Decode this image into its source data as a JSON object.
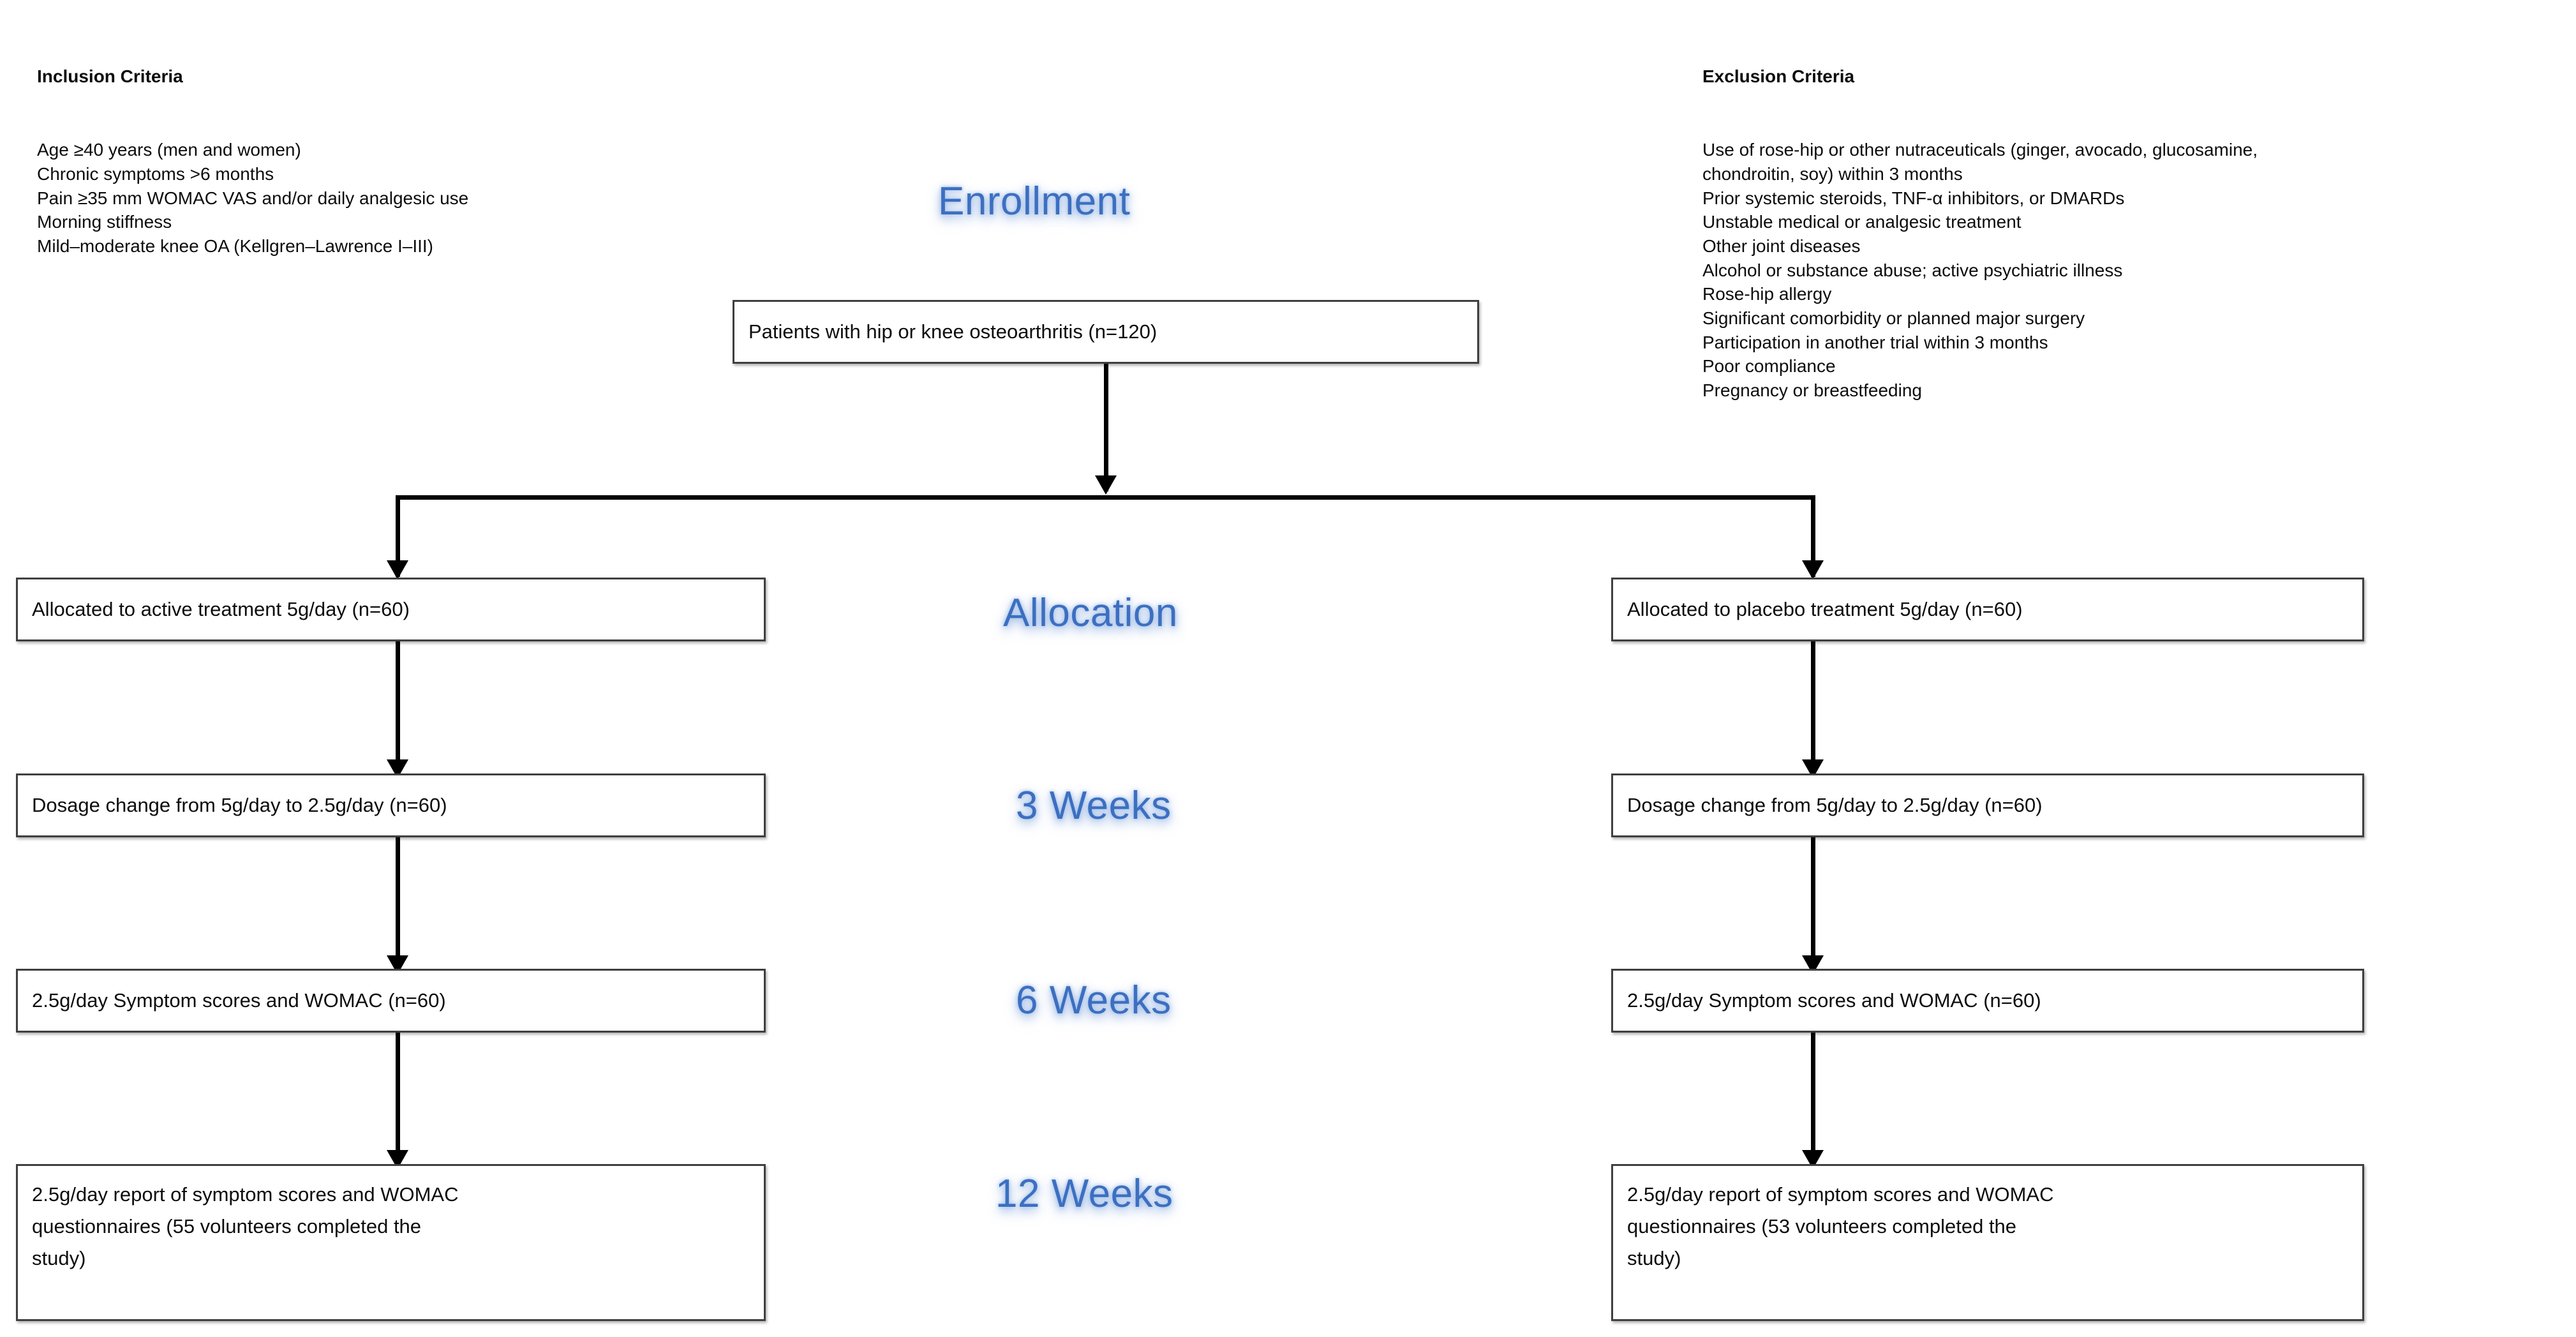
{
  "inclusion": {
    "title": "Inclusion Criteria",
    "items": [
      "Age ≥40 years (men and women)",
      "Chronic symptoms >6 months",
      "Pain ≥35 mm WOMAC VAS and/or daily analgesic use",
      "Morning stiffness",
      "Mild–moderate knee OA (Kellgren–Lawrence I–III)"
    ],
    "text": "Age ≥40 years (men and women)\nChronic symptoms >6 months\nPain ≥35 mm WOMAC VAS and/or daily analgesic use\nMorning stiffness\nMild–moderate knee OA (Kellgren–Lawrence I–III)"
  },
  "exclusion": {
    "title": "Exclusion Criteria",
    "items": [
      "Use of rose-hip or other nutraceuticals (ginger, avocado, glucosamine, chondroitin, soy) within 3 months",
      "Prior systemic steroids, TNF-α inhibitors, or DMARDs",
      "Unstable medical or analgesic treatment",
      "Other joint diseases",
      "Alcohol or substance abuse; active psychiatric illness",
      "Rose-hip allergy",
      "Significant comorbidity or planned major surgery",
      "Participation in another trial within 3 months",
      "Poor compliance",
      "Pregnancy or breastfeeding"
    ],
    "text": "Use of rose-hip or other nutraceuticals (ginger, avocado, glucosamine,\nchondroitin, soy) within 3 months\nPrior systemic steroids, TNF-α inhibitors, or DMARDs\nUnstable medical or analgesic treatment\nOther joint diseases\nAlcohol or substance abuse; active psychiatric illness\nRose-hip allergy\nSignificant comorbidity or planned major surgery\nParticipation in another trial within 3 months\nPoor compliance\nPregnancy or breastfeeding"
  },
  "stages": {
    "enrollment": "Enrollment",
    "allocation": "Allocation",
    "week3": "3 Weeks",
    "week6": "6 Weeks",
    "week12": "12 Weeks"
  },
  "flow": {
    "enrollment_box": "Patients with hip or knee osteoarthritis (n=120)",
    "active": {
      "allocation": "Allocated to active treatment 5g/day (n=60)",
      "week3": "Dosage change from 5g/day to 2.5g/day (n=60)",
      "week6": "2.5g/day Symptom scores and WOMAC (n=60)",
      "week12": "2.5g/day report of symptom scores and WOMAC\nquestionnaires (55 volunteers completed the\nstudy)"
    },
    "placebo": {
      "allocation": "Allocated to placebo treatment 5g/day (n=60)",
      "week3": "Dosage change from 5g/day to 2.5g/day (n=60)",
      "week6": "2.5g/day Symptom scores and WOMAC (n=60)",
      "week12": "2.5g/day report of symptom scores and WOMAC\nquestionnaires (53 volunteers completed the\nstudy)"
    }
  },
  "colors": {
    "stage_label": "#3c6fc0",
    "box_border": "#3f3f3f",
    "connector": "#000000",
    "text": "#0d0d0d",
    "background": "#ffffff"
  }
}
